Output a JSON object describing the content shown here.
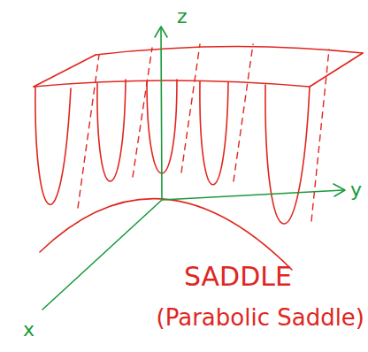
{
  "diagram": {
    "labels": [
      "z",
      "y",
      "x",
      "SADDLE",
      "(Parabolic Saddle)"
    ]
  }
}
